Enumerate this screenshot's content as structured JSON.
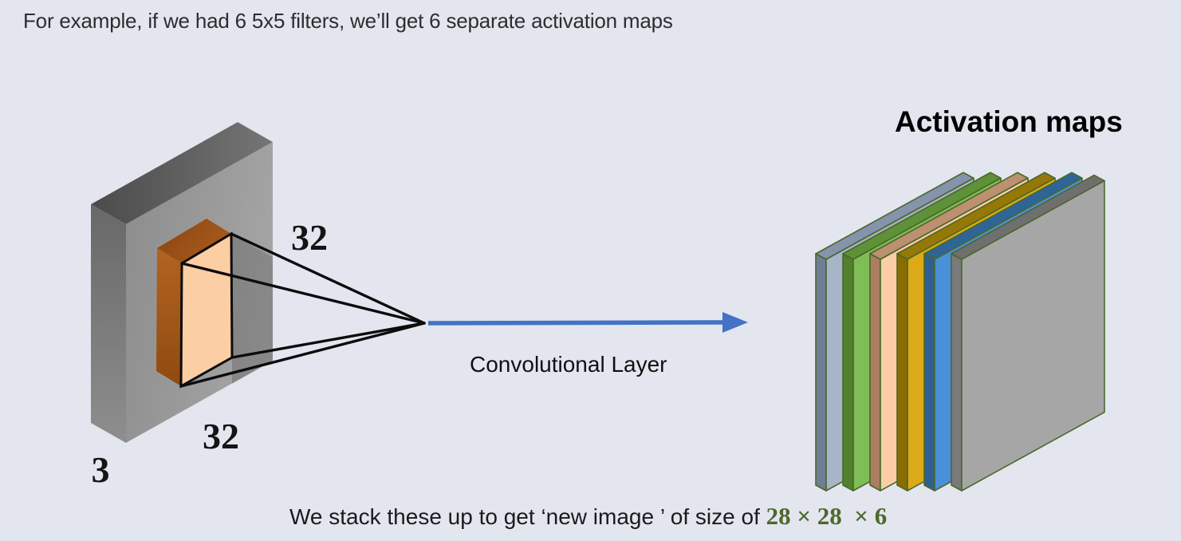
{
  "colors": {
    "background": "#E3E6EF",
    "caption_text": "#2D2D2D",
    "body_text": "#1B1B1B",
    "title_text": "#000000",
    "arrow_blue": "#4472C4",
    "cone_line": "#0C0C0C",
    "highlight_green": "#4E692C",
    "map_outline": "#4A682B",
    "volume_front": "#969696",
    "volume_top": "#5A5A5A",
    "volume_side": "#7C7C7C",
    "filter_front": "#FCCEA4",
    "filter_top": "#9A4F15",
    "filter_side": "#A85A1C"
  },
  "top_caption": "For example, if we had 6 5x5 filters, we’ll get 6 separate activation maps",
  "input_volume": {
    "width_label": "32",
    "height_label": "32",
    "depth_label": "3"
  },
  "arrow_label": "Convolutional Layer",
  "stack_title": "Activation maps",
  "bottom_caption": {
    "prefix": "We stack these up to get ‘new image ’ of size of ",
    "highlight": "28 × 28  × 6"
  },
  "activation_maps": [
    {
      "name": "activation-map-1-blue-gray",
      "front": "#A8B4C8",
      "side": "#6F7E95",
      "top": "#8593AB"
    },
    {
      "name": "activation-map-2-green",
      "front": "#7FBE55",
      "side": "#54802E",
      "top": "#5F9139"
    },
    {
      "name": "activation-map-3-peach",
      "front": "#FACDA6",
      "side": "#A97F5F",
      "top": "#BC9070"
    },
    {
      "name": "activation-map-4-gold",
      "front": "#DCA918",
      "side": "#8A6D00",
      "top": "#967807"
    },
    {
      "name": "activation-map-5-blue",
      "front": "#4A90D8",
      "side": "#2D5F92",
      "top": "#2F6496"
    },
    {
      "name": "activation-map-6-gray",
      "front": "#A6A6A6",
      "side": "#7A7A7A",
      "top": "#6F6F6F",
      "wide": true
    }
  ]
}
